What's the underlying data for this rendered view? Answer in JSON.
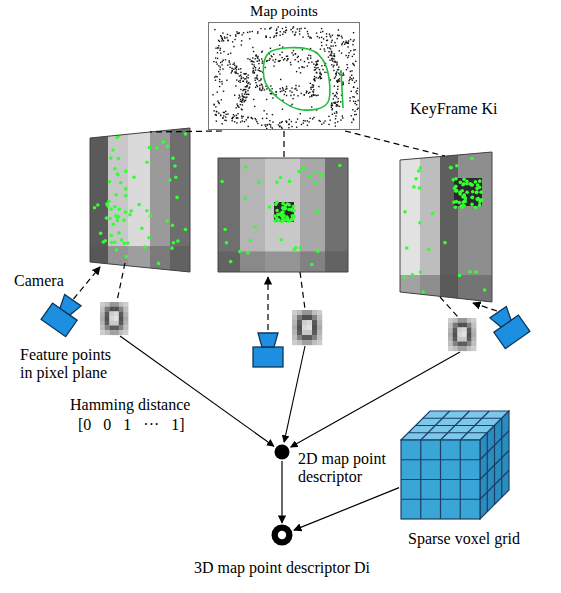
{
  "diagram": {
    "nodes": [
      {
        "text": [
          "Map points"
        ]
      },
      {
        "text": [
          "KeyFrame Ki"
        ]
      },
      {
        "text": [
          "2D map point descriptor"
        ]
      },
      {
        "text": [
          "Sparse voxel grid"
        ]
      },
      {
        "text": [
          "3D map point descriptor Di"
        ]
      }
    ],
    "edges": [
      {
        "from": 2,
        "to": 4,
        "arrow": "to"
      },
      {
        "from": 3,
        "to": 4,
        "arrow": "to"
      }
    ],
    "labels": [
      "Camera",
      "Feature points in pixel plane",
      "Hamming distance",
      "[0   0   1   ···   1]"
    ]
  }
}
